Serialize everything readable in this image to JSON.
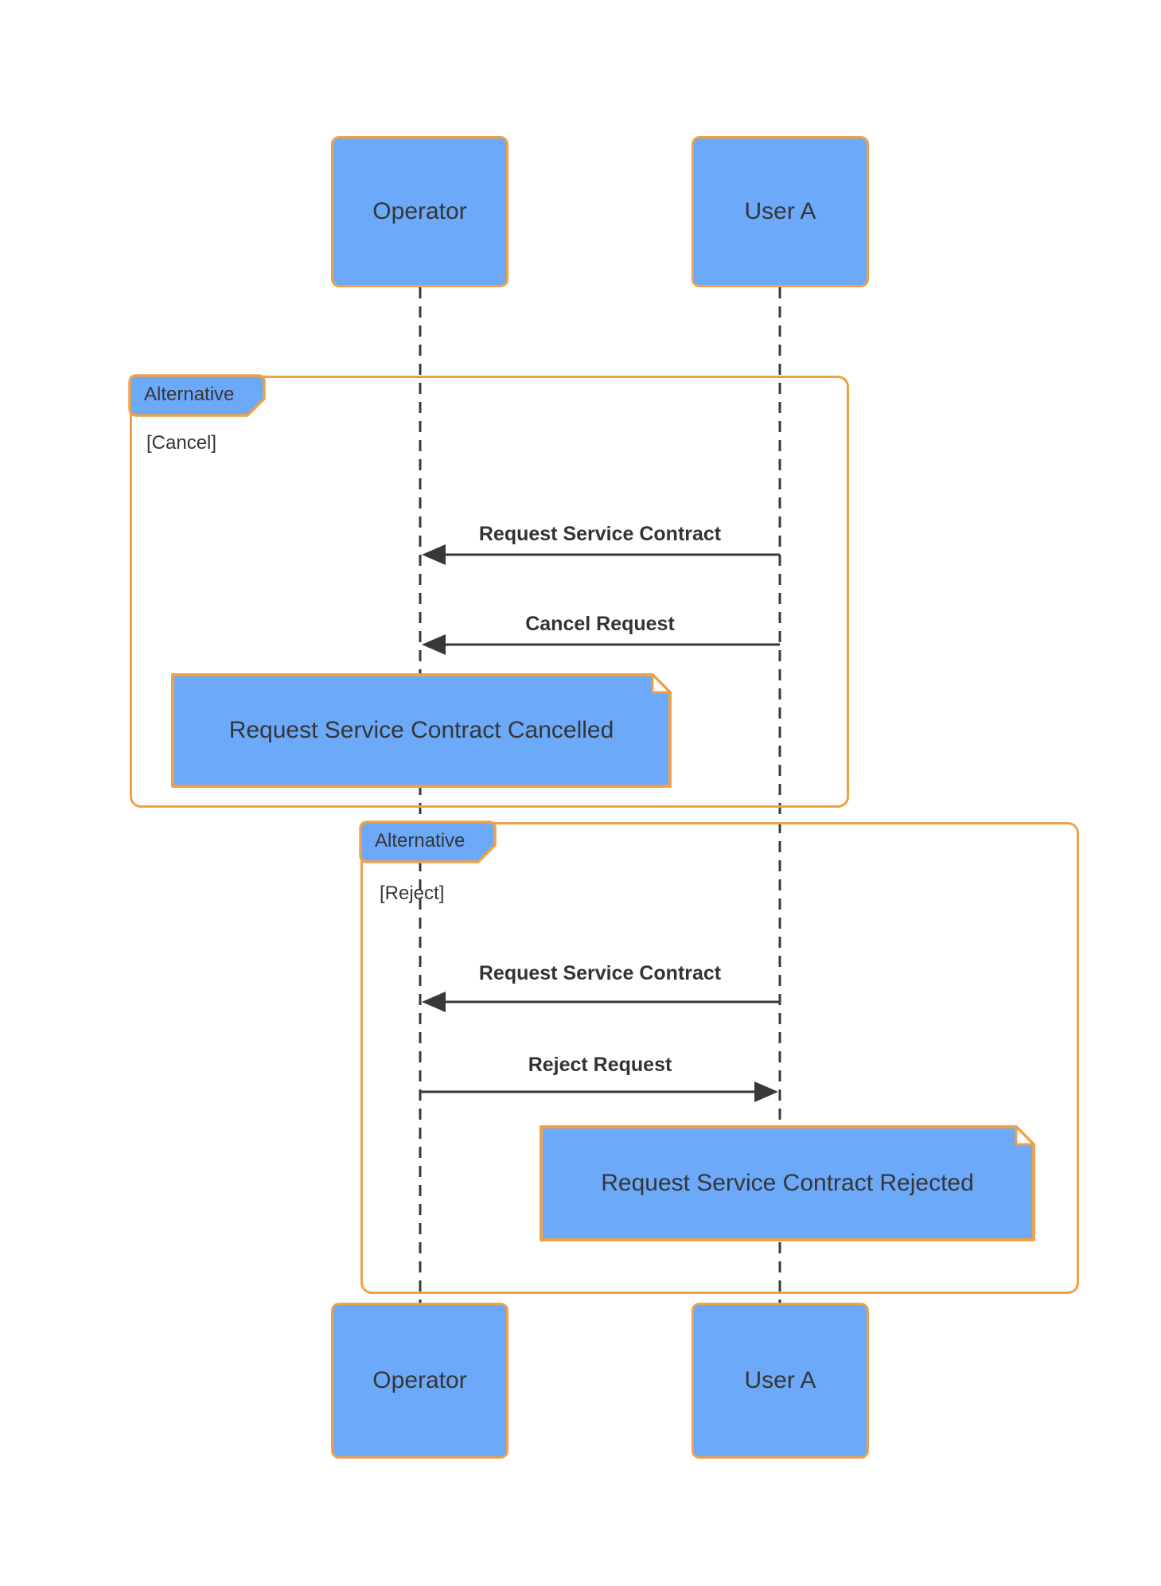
{
  "colors": {
    "fill_blue": "#6CA9F8",
    "border_orange": "#EFA14A",
    "text_dark": "#363636",
    "line_dark": "#383838",
    "background": "#FFFFFF"
  },
  "actors_top": [
    {
      "label": "Operator"
    },
    {
      "label": "User A"
    }
  ],
  "actors_bottom": [
    {
      "label": "Operator"
    },
    {
      "label": "User A"
    }
  ],
  "fragments": [
    {
      "label": "Alternative",
      "guard": "[Cancel]",
      "messages": [
        {
          "text": "Request Service Contract",
          "direction": "left"
        },
        {
          "text": "Cancel Request",
          "direction": "left"
        }
      ],
      "note": "Request Service Contract Cancelled"
    },
    {
      "label": "Alternative",
      "guard": "[Reject]",
      "messages": [
        {
          "text": "Request Service Contract",
          "direction": "left"
        },
        {
          "text": "Reject Request",
          "direction": "right"
        }
      ],
      "note": "Request Service Contract Rejected"
    }
  ]
}
